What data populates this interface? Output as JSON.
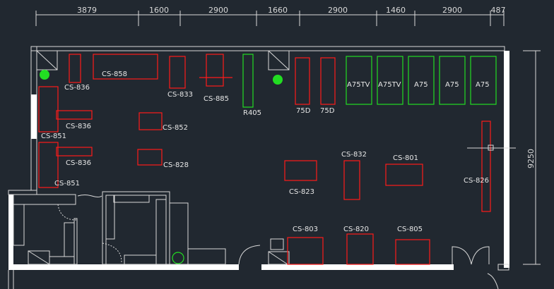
{
  "dimensions": {
    "top": [
      "3879",
      "1600",
      "2900",
      "1660",
      "2900",
      "1460",
      "2900",
      "487"
    ],
    "right": "9250"
  },
  "labels": {
    "cs836a": "CS-836",
    "cs858": "CS-858",
    "cs833": "CS-833",
    "cs885": "CS-885",
    "r405": "R405",
    "d75a": "75D",
    "d75b": "75D",
    "a75tv1": "A75TV",
    "a75tv2": "A75TV",
    "a75a": "A75",
    "a75b": "A75",
    "a75c": "A75",
    "cs836b": "CS-836",
    "cs851a": "CS-851",
    "cs852": "CS-852",
    "cs836c": "CS-836",
    "cs828": "CS-828",
    "cs851b": "CS-851",
    "cs832": "CS-832",
    "cs801": "CS-801",
    "cs823": "CS-823",
    "cs826": "CS-826",
    "cs803": "CS-803",
    "cs820": "CS-820",
    "cs805": "CS-805"
  },
  "colors": {
    "background": "#212830",
    "strength": "#ff1a1a",
    "cardio": "#22dd22",
    "walls": "#ffffff"
  }
}
